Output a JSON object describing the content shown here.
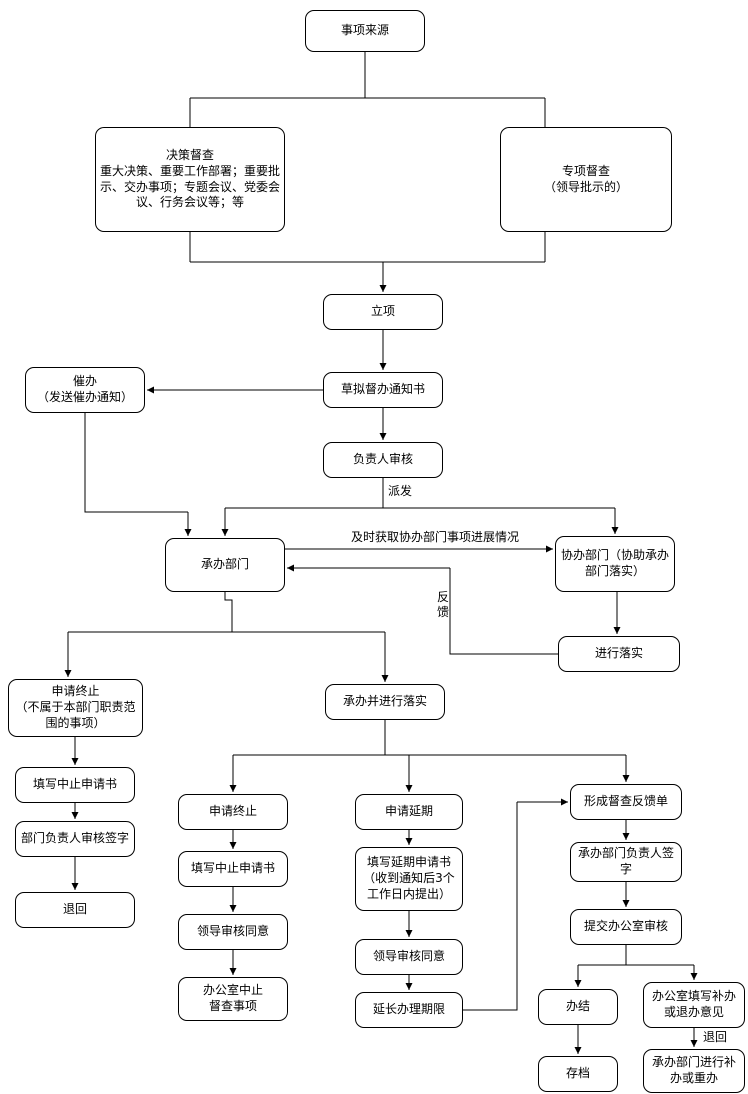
{
  "diagram": {
    "type": "flowchart",
    "colors": {
      "line": "#000000",
      "node_border": "#000000",
      "node_fill": "#ffffff",
      "text": "#000000"
    },
    "nodes": {
      "source": {
        "label": "事项来源"
      },
      "decision": {
        "label": "决策督查\n重大决策、重要工作部署；重要批示、交办事项；专题会议、党委会议、行务会议等；等"
      },
      "special": {
        "label": "专项督查\n（领导批示的）"
      },
      "initiation": {
        "label": "立项"
      },
      "draft_notice": {
        "label": "草拟督办通知书"
      },
      "urge": {
        "label": "催办\n（发送催办通知）"
      },
      "responsible_review": {
        "label": "负责人审核"
      },
      "undertaking_dept": {
        "label": "承办部门"
      },
      "assisting_dept": {
        "label": "协办部门（协助承办部门落实）"
      },
      "implement": {
        "label": "进行落实"
      },
      "apply_termination_scope": {
        "label": "申请终止\n（不属于本部门职责范围的事项）"
      },
      "undertake_implement": {
        "label": "承办并进行落实"
      },
      "fill_suspension_left": {
        "label": "填写中止申请书"
      },
      "dept_head_sign": {
        "label": "部门负责人审核签字"
      },
      "return_box": {
        "label": "退回"
      },
      "apply_termination": {
        "label": "申请终止"
      },
      "fill_suspension": {
        "label": "填写中止申请书"
      },
      "leader_approval": {
        "label": "领导审核同意"
      },
      "office_suspend": {
        "label": "办公室中止\n督查事项"
      },
      "apply_extension": {
        "label": "申请延期"
      },
      "fill_extension": {
        "label": "填写延期申请书\n（收到通知后3个工作日内提出）"
      },
      "leader_approval_ext": {
        "label": "领导审核同意"
      },
      "extend_deadline": {
        "label": "延长办理期限"
      },
      "feedback_form": {
        "label": "形成督查反馈单"
      },
      "head_signature": {
        "label": "承办部门负责人签字"
      },
      "submit_office": {
        "label": "提交办公室审核"
      },
      "conclude": {
        "label": "办结"
      },
      "office_opinion": {
        "label": "办公室填写补办或退办意见"
      },
      "archive": {
        "label": "存档"
      },
      "redo": {
        "label": "承办部门进行补办或重办"
      }
    },
    "edge_labels": {
      "dispatch": "派发",
      "progress": "及时获取协办部门事项进展情况",
      "feedback": "反馈",
      "return_label": "退回"
    }
  }
}
